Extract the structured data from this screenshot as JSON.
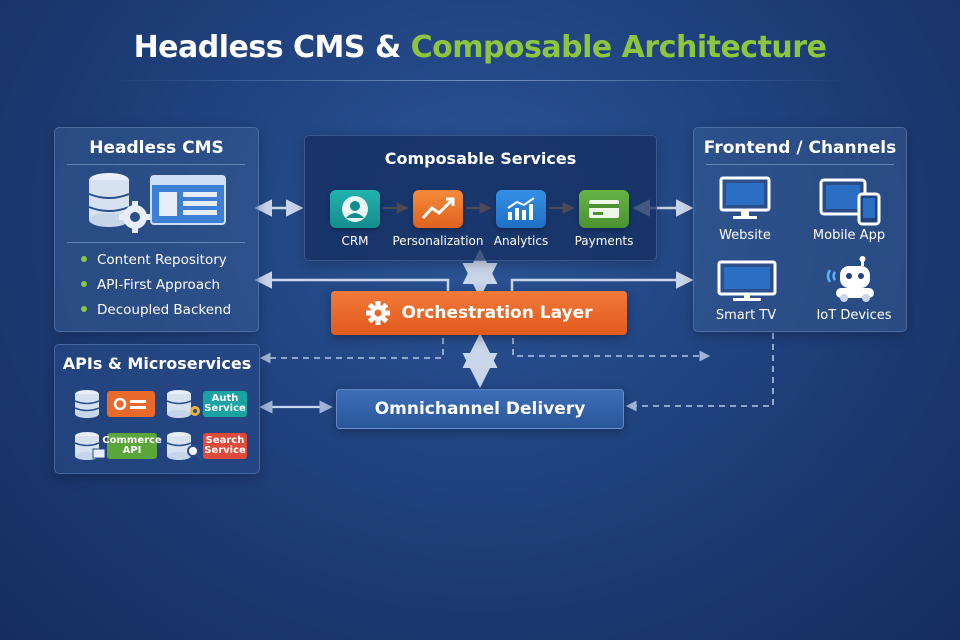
{
  "title": {
    "part1": "Headless CMS",
    "amp": " & ",
    "part2": "Composable Architecture"
  },
  "colors": {
    "accent_green": "#8cc63f",
    "orange": "#e8692a",
    "teal": "#1aa3a3",
    "blue": "#2a83d8",
    "green": "#5aa63a",
    "red": "#e04a3a"
  },
  "headless_cms": {
    "title": "Headless CMS",
    "icon": "database-gear-icon",
    "bullets": [
      "Content Repository",
      "API-First Approach",
      "Decoupled Backend"
    ]
  },
  "composable_services": {
    "title": "Composable Services",
    "items": [
      {
        "label": "CRM",
        "icon": "user-icon"
      },
      {
        "label": "Personalization",
        "icon": "trend-chart-icon"
      },
      {
        "label": "Analytics",
        "icon": "analytics-icon"
      },
      {
        "label": "Payments",
        "icon": "credit-card-icon"
      }
    ]
  },
  "frontend": {
    "title": "Frontend / Channels",
    "items": [
      {
        "label": "Website",
        "icon": "monitor-icon"
      },
      {
        "label": "Mobile App",
        "icon": "tablet-phone-icon"
      },
      {
        "label": "Smart TV",
        "icon": "tv-icon"
      },
      {
        "label": "IoT Devices",
        "icon": "robot-icon"
      }
    ]
  },
  "orchestration": {
    "label": "Orchestration Layer",
    "icon": "gear-icon"
  },
  "apis": {
    "title": "APIs & Microservices",
    "chips": [
      "Auth\nService",
      "Commerce\nAPI",
      "Search\nService"
    ]
  },
  "omnichannel": {
    "label": "Omnichannel Delivery"
  }
}
